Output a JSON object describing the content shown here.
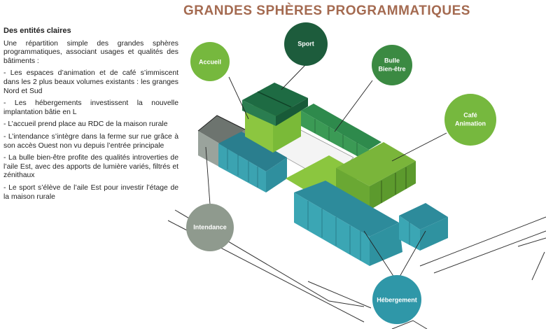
{
  "title": "GRANDES SPHÈRES PROGRAMMATIQUES",
  "text": {
    "heading": "Des entités claires",
    "paragraphs": [
      "Une répartition simple des grandes sphères programmatiques, associant usages et qualités des bâtiments :",
      "- Les espaces d’animation et de café s’immiscent dans les 2 plus beaux volumes existants : les granges Nord et Sud",
      "- Les hébergements investissent la nouvelle implantation bâtie en L",
      "- L’accueil prend place au RDC de la maison rurale",
      "- L’intendance s’intègre dans la ferme sur rue grâce à son accès Ouest non vu depuis l’entrée principale",
      "- La bulle bien-être profite des qualités introverties de l’aile Est, avec des apports de lumière variés, filtrés et zénithaux",
      "- Le sport s’élève de l’aile Est pour investir l’étage de la maison rurale"
    ]
  },
  "bubbles": {
    "accueil": {
      "label": "Accueil",
      "color": "#76b83e"
    },
    "sport": {
      "label": "Sport",
      "color": "#1d5c3c"
    },
    "bulle": {
      "line1": "Bulle",
      "line2": "Bien-être",
      "color": "#3b8a42"
    },
    "cafe": {
      "line1": "Café",
      "line2": "Animation",
      "color": "#76b83e"
    },
    "intendance": {
      "label": "Intendance",
      "color": "#8f9a8e"
    },
    "hebergement": {
      "label": "Hébergement",
      "color": "#2f97a8"
    }
  },
  "colors": {
    "accueil_building": "#7fbf3a",
    "sport_building": "#1f6b43",
    "bulle_building": "#2e8a4c",
    "cafe_building": "#80b83a",
    "intendance_building": "#8d9890",
    "hebergement_building": "#3598a6"
  }
}
